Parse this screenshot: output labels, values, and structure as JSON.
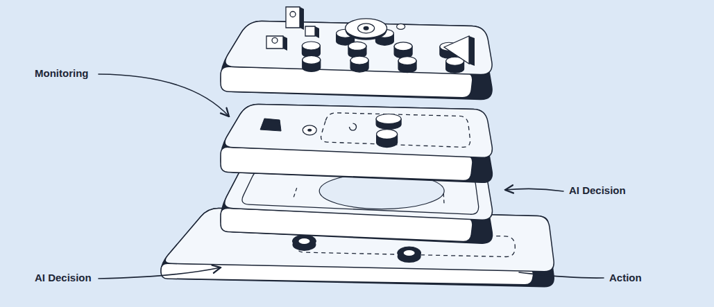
{
  "diagram": {
    "labels": [
      "Monitoring",
      "AI Decision",
      "AI Decision",
      "Action"
    ]
  }
}
